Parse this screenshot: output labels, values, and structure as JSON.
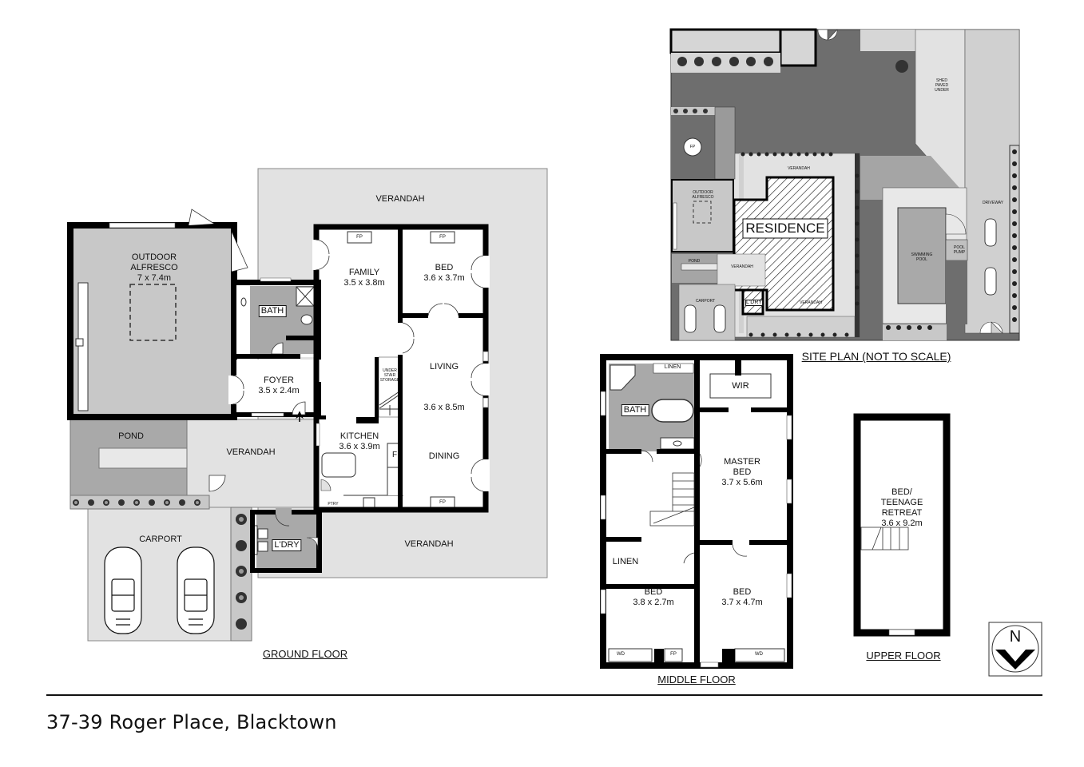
{
  "address": "37-39 Roger Place, Blacktown",
  "colors": {
    "wall": "#000000",
    "verandah": "#e2e2e2",
    "alfresco": "#c8c8c8",
    "wet_area": "#a9a9a9",
    "pond": "#a9a9a9",
    "site_dark": "#6e6e6e",
    "site_mid": "#a5a5a5",
    "site_light": "#d0d0d0"
  },
  "ground_floor": {
    "title": "GROUND FLOOR",
    "rooms": {
      "alfresco_name_1": "OUTDOOR",
      "alfresco_name_2": "ALFRESCO",
      "alfresco_dim": "7 x 7.4m",
      "bath": "BATH",
      "foyer_name": "FOYER",
      "foyer_dim": "3.5 x 2.4m",
      "family_name": "FAMILY",
      "family_dim": "3.5 x 3.8m",
      "bed_name": "BED",
      "bed_dim": "3.6 x 3.7m",
      "living_name": "LIVING",
      "living_dim": "3.6 x 8.5m",
      "dining_name": "DINING",
      "kitchen_name": "KITCHEN",
      "kitchen_dim": "3.6 x 3.9m",
      "under_stair_1": "UNDER",
      "under_stair_2": "STAIR",
      "under_stair_3": "STORAGE",
      "fridge": "F",
      "pantry": "PTRY",
      "fp": "FP",
      "verandah": "VERANDAH",
      "pond": "POND",
      "carport": "CARPORT",
      "laundry": "L'DRY"
    }
  },
  "middle_floor": {
    "title": "MIDDLE FLOOR",
    "rooms": {
      "bath": "BATH",
      "linen": "LINEN",
      "wir": "WIR",
      "master_1": "MASTER",
      "master_2": "BED",
      "master_dim": "3.7 x 5.6m",
      "bed": "BED",
      "bed2_dim": "3.7 x 4.7m",
      "bed3_dim": "3.8 x 2.7m",
      "wd": "WD",
      "fp": "FP"
    }
  },
  "upper_floor": {
    "title": "UPPER FLOOR",
    "room_1": "BED/",
    "room_2": "TEENAGE",
    "room_3": "RETREAT",
    "room_dim": "3.6 x 9.2m"
  },
  "site_plan": {
    "title": "SITE PLAN (NOT TO SCALE)",
    "labels": {
      "residence": "RESIDENCE",
      "shed_1": "SHED",
      "shed_2": "PAVED",
      "shed_3": "UNDER",
      "verandah": "VERANDAH",
      "alfresco_1": "OUTDOOR",
      "alfresco_2": "ALFRESCO",
      "pond": "POND",
      "carport": "CARPORT",
      "laundry": "L'DRY",
      "pool_1": "SWIMMING",
      "pool_2": "POOL",
      "pump_1": "POOL",
      "pump_2": "PUMP",
      "driveway": "DRIVEWAY",
      "fp": "FP"
    }
  },
  "north_arrow": {
    "label": "N"
  }
}
